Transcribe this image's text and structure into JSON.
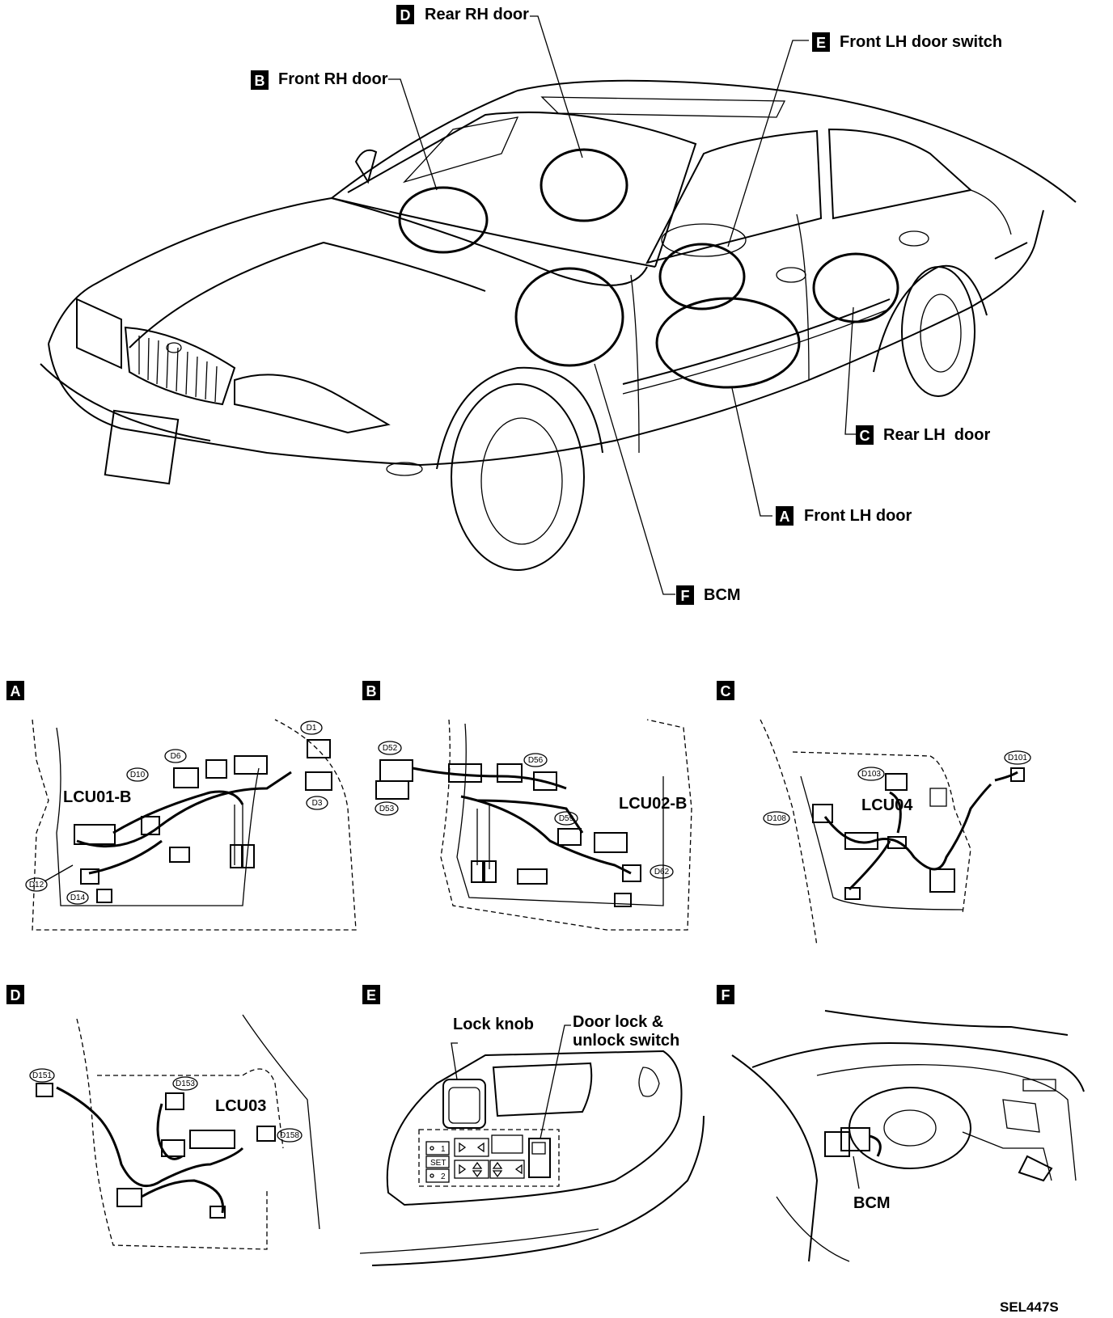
{
  "callouts": {
    "D": {
      "key": "D",
      "text": "Rear RH door"
    },
    "B": {
      "key": "B",
      "text": "Front RH door"
    },
    "E": {
      "key": "E",
      "text": "Front LH door switch"
    },
    "C": {
      "key": "C",
      "text": "Rear LH  door"
    },
    "A": {
      "key": "A",
      "text": "Front LH door"
    },
    "F": {
      "key": "F",
      "text": "BCM"
    }
  },
  "panels": {
    "A": {
      "key": "A",
      "unit": "LCU01-B",
      "connectors": [
        "D1",
        "D3",
        "D6",
        "D10",
        "D12",
        "D14"
      ]
    },
    "B": {
      "key": "B",
      "unit": "LCU02-B",
      "connectors": [
        "D52",
        "D53",
        "D56",
        "D59",
        "D62"
      ]
    },
    "C": {
      "key": "C",
      "unit": "LCU04",
      "connectors": [
        "D101",
        "D103",
        "D108"
      ]
    },
    "D": {
      "key": "D",
      "unit": "LCU03",
      "connectors": [
        "D151",
        "D153",
        "D158"
      ]
    },
    "E": {
      "key": "E",
      "lock_knob": "Lock knob",
      "switch_line1": "Door lock &",
      "switch_line2": "unlock switch",
      "btn_1": "1",
      "btn_set": "SET",
      "btn_2": "2"
    },
    "F": {
      "key": "F",
      "unit": "BCM"
    }
  },
  "figure_code": "SEL447S"
}
